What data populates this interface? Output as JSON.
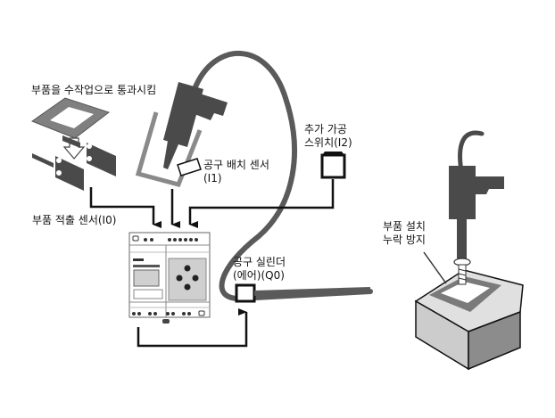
{
  "diagram": {
    "title": "Part insertion / tool sensing PLC wiring diagram",
    "labels": {
      "manual_pass": "부품을 수작업으로 통과시킴",
      "part_detect_sensor": "부품 적출 센서(I0)",
      "tool_position_sensor": [
        "공구 배치 센서",
        "(I1)"
      ],
      "extra_process_switch": [
        "추가 가공",
        "스위치(I2)"
      ],
      "tool_cylinder": [
        "공구 실린더",
        "(에어)(Q0)"
      ],
      "prevent_missing_part": [
        "부품 설치",
        "누락 방지"
      ]
    },
    "colors": {
      "dark": "#4a4a4a",
      "gray": "#8a8a8a",
      "light_gray": "#d9d9d9",
      "line": "#111111"
    },
    "icons": {
      "part_plate": "part-plate-icon",
      "photo_sensor_pair": "photo-sensor-pair-icon",
      "air_driver": "air-screwdriver-icon",
      "tool_holder": "tool-holder-icon",
      "push_switch": "push-switch-icon",
      "plc": "plc-controller-icon",
      "cylinder_valve": "cylinder-valve-icon",
      "workpiece_block": "workpiece-block-icon",
      "screw": "screw-icon"
    }
  }
}
